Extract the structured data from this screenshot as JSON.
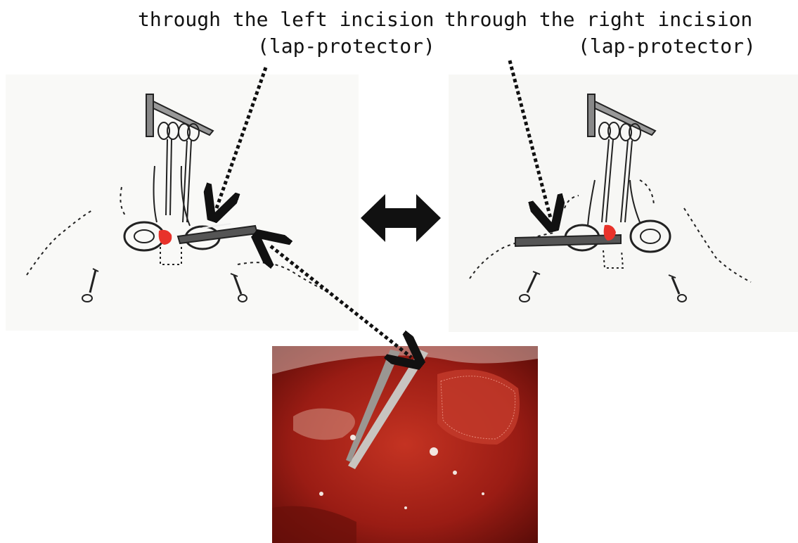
{
  "captions": {
    "left_line1": "through the left incision",
    "left_line2": "(lap-protector)",
    "right_line1": "through the right incision",
    "right_line2": "(lap-protector)"
  },
  "colors": {
    "ink": "#111111",
    "marker_red": "#e8322a",
    "tissue_red": "#b4231c"
  },
  "icons": {
    "swap_arrow": "double-headed-arrow-icon"
  }
}
